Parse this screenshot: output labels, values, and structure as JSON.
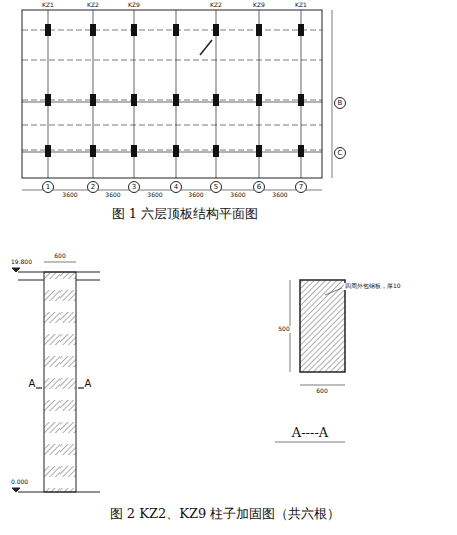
{
  "diagram": {
    "labels": [
      "图 1 六层顶板结构平面图",
      "图 2 KZ2、KZ9 柱子加固图（共六根）",
      "A----A",
      "A",
      "A",
      "600",
      "500",
      "600",
      "四周外包钢板，厚10",
      "19.800",
      "0.000",
      "1",
      "2",
      "3",
      "4",
      "5",
      "6",
      "7",
      "B",
      "C",
      "3600",
      "3600",
      "3600",
      "3600",
      "3600",
      "3600",
      "KZ1",
      "KZ2",
      "KZ9",
      "KZ2",
      "KZ9",
      "KZ1"
    ]
  }
}
